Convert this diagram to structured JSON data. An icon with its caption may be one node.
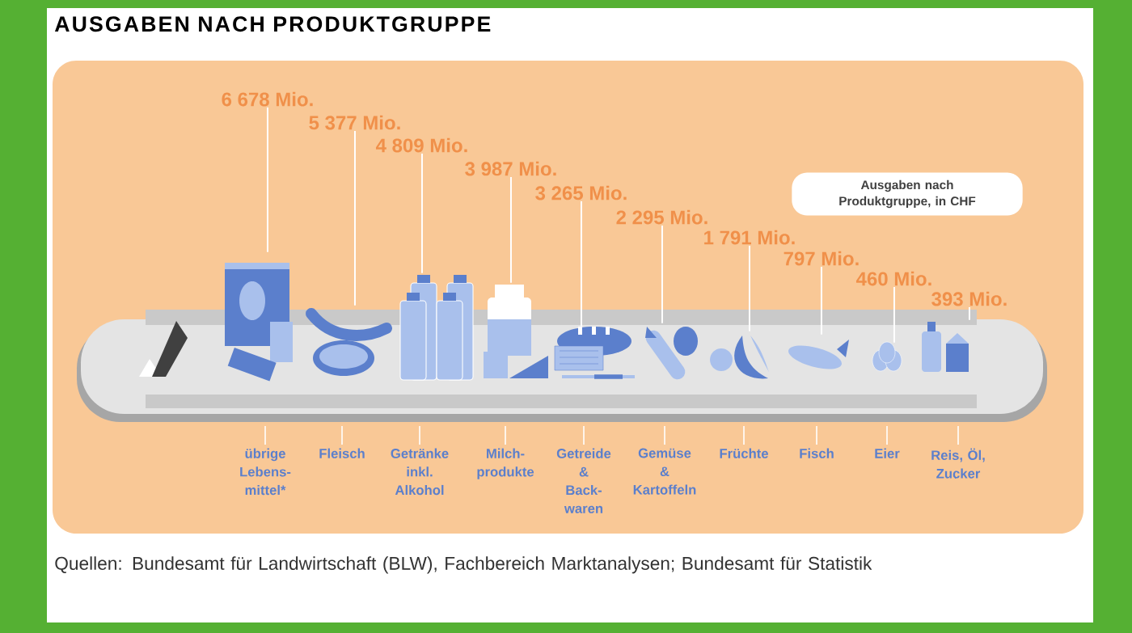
{
  "diagram": {
    "title": "AUSGABEN NACH PRODUKTGRUPPE",
    "caption": "Quellen: Bundesamt für Landwirtschaft (BLW), Fachbereich Marktanalysen; Bundesamt für Statistik",
    "nodes": [
      {
        "text": [
          "6 678 Mio."
        ]
      },
      {
        "text": [
          "5 377 Mio."
        ]
      },
      {
        "text": [
          "4 809 Mio."
        ]
      },
      {
        "text": [
          "3 987 Mio."
        ]
      },
      {
        "text": [
          "3 265 Mio."
        ]
      },
      {
        "text": [
          "2 295 Mio."
        ]
      },
      {
        "text": [
          "1 791 Mio."
        ]
      },
      {
        "text": [
          "797 Mio."
        ]
      },
      {
        "text": [
          "460 Mio."
        ]
      },
      {
        "text": [
          "393 Mio."
        ]
      },
      {
        "text": [
          "Ausgaben nach Produktgruppe, in CHF"
        ]
      },
      {
        "text": [],
        "shape": "picture"
      },
      {
        "text": [],
        "shape": "picture"
      },
      {
        "text": [],
        "shape": "picture"
      },
      {
        "text": [],
        "shape": "picture"
      },
      {
        "text": [],
        "shape": "picture"
      },
      {
        "text": [],
        "shape": "picture"
      },
      {
        "text": [],
        "shape": "picture"
      },
      {
        "text": [],
        "shape": "picture"
      },
      {
        "text": [],
        "shape": "picture"
      },
      {
        "text": [],
        "shape": "picture"
      },
      {
        "text": [
          "übrige Lebens- mittel*"
        ]
      },
      {
        "text": [
          "Fleisch"
        ]
      },
      {
        "text": [
          "Getränke inkl. Alkohol"
        ]
      },
      {
        "text": [
          "Milch- produkte"
        ]
      },
      {
        "text": [
          "Getreide & Back- waren"
        ]
      },
      {
        "text": [
          "Gemüse & Kartoffeln"
        ]
      },
      {
        "text": [
          "Früchte"
        ]
      },
      {
        "text": [
          "Fisch"
        ]
      },
      {
        "text": [
          "Eier"
        ]
      },
      {
        "text": [
          "Reis, Öl, Zucker"
        ]
      }
    ],
    "edges": [
      {
        "from": 0,
        "to": 11,
        "arrow": "none"
      },
      {
        "from": 1,
        "to": 12,
        "arrow": "none"
      },
      {
        "from": 2,
        "to": 13,
        "arrow": "none"
      },
      {
        "from": 3,
        "to": 14,
        "arrow": "none"
      },
      {
        "from": 4,
        "to": 15,
        "arrow": "none"
      },
      {
        "from": 5,
        "to": 16,
        "arrow": "none"
      },
      {
        "from": 6,
        "to": 17,
        "arrow": "none"
      },
      {
        "from": 7,
        "to": 18,
        "arrow": "none"
      },
      {
        "from": 8,
        "to": 19,
        "arrow": "none"
      },
      {
        "from": 9,
        "to": 20,
        "arrow": "none"
      }
    ]
  }
}
